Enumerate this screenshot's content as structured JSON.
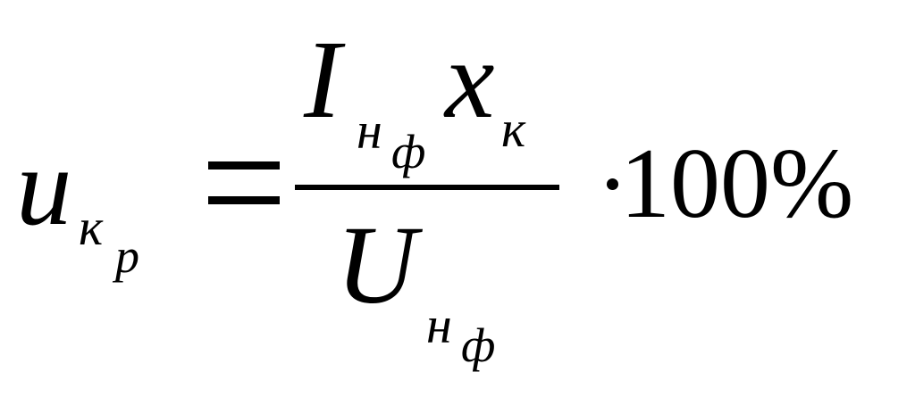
{
  "formula": {
    "lhs": {
      "symbol": "u",
      "subscript": "к",
      "subsubscript": "р"
    },
    "equals": "=",
    "numerator": {
      "current_symbol": "I",
      "current_subscript": "н",
      "current_subsubscript": "ф",
      "reactance_symbol": "x",
      "reactance_subscript": "к"
    },
    "denominator": {
      "voltage_symbol": "U",
      "voltage_subscript": "н",
      "voltage_subsubscript": "ф"
    },
    "multiplier": "100%"
  }
}
